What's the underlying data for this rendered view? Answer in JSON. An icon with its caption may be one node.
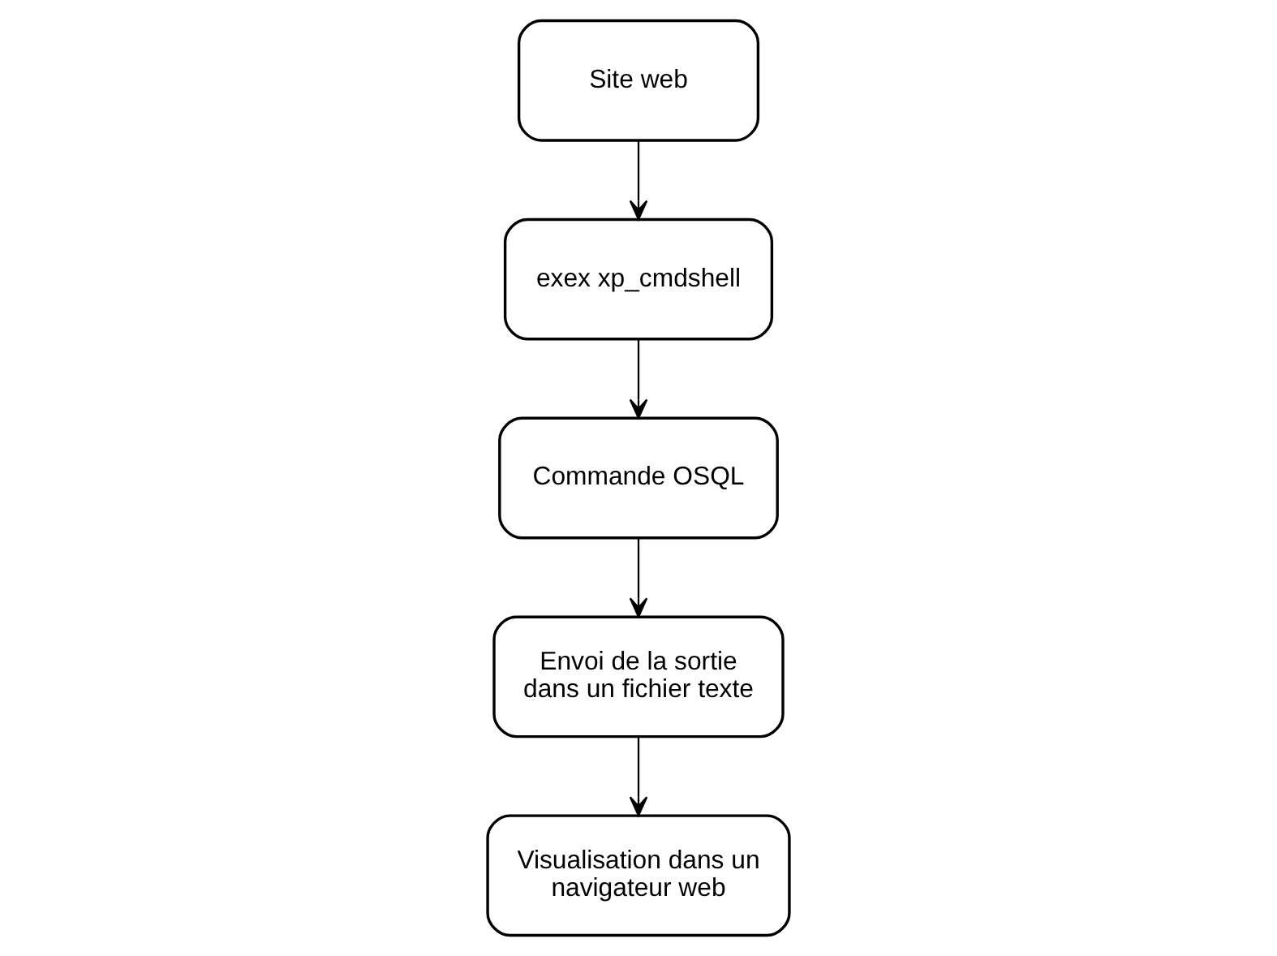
{
  "diagram": {
    "nodes": [
      {
        "text": [
          "Site web"
        ]
      },
      {
        "text": [
          "exex xp_cmdshell"
        ]
      },
      {
        "text": [
          "Commande OSQL"
        ]
      },
      {
        "text": [
          "Envoi de la sortie dans un fichier texte"
        ]
      },
      {
        "text": [
          "Visualisation dans un navigateur web"
        ]
      }
    ],
    "edges": [
      {
        "from": 0,
        "to": 1,
        "arrow": "to"
      },
      {
        "from": 1,
        "to": 2,
        "arrow": "to"
      },
      {
        "from": 2,
        "to": 3,
        "arrow": "to"
      },
      {
        "from": 3,
        "to": 4,
        "arrow": "to"
      }
    ]
  }
}
